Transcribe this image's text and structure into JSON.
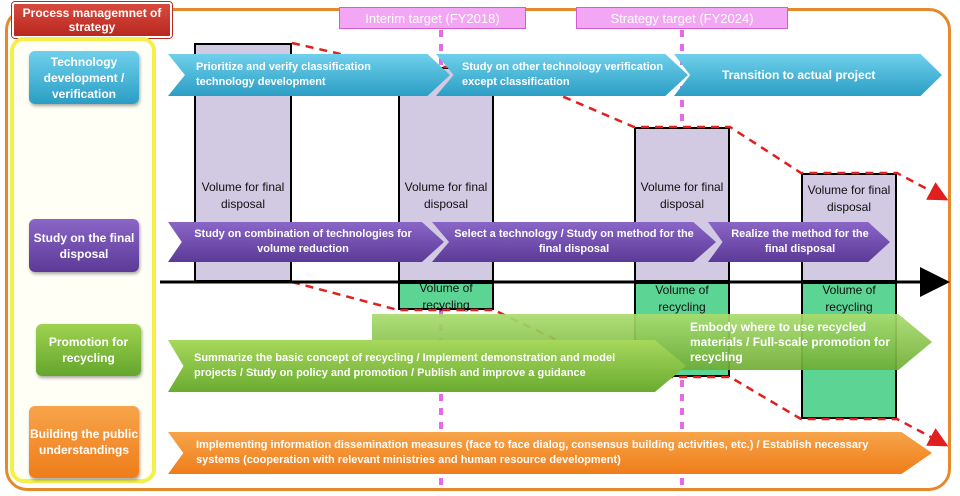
{
  "title": "Process managemnet of strategy",
  "targets": {
    "interim": "Interim target (FY2018)",
    "strategy": "Strategy target (FY2024)"
  },
  "left_boxes": {
    "tech": "Technology development / verification",
    "study": "Study on the final disposal",
    "promotion": "Promotion for recycling",
    "public": "Building the public understandings"
  },
  "volumes": {
    "final_disposal": "Volume for final disposal",
    "recycling": "Volume of recycling"
  },
  "tech_arrows": [
    "Prioritize and verify classification technology  development",
    "Study on other technology verification except classification",
    "Transition to actual project"
  ],
  "study_arrows": [
    "Study on combination of  technologies for volume  reduction",
    "Select a technology / Study on method for the final disposal",
    "Realize the method for the final disposal"
  ],
  "promo_arrows": [
    "Summarize the basic concept of recycling / Implement demonstration and model projects / Study on policy and promotion / Publish and improve a guidance",
    "Embody where to use recycled materials / Full-scale promotion for recycling"
  ],
  "public_arrow": "Implementing information dissemination measures (face to face dialog, consensus building activities, etc.) / Establish necessary systems (cooperation with relevant ministries and human resource development)",
  "colors": {
    "frame": "#e58a2c",
    "tech": "#2b9ec4",
    "study": "#5c3a97",
    "promotion": "#64a62d",
    "public": "#ef7d1a",
    "target": "#f3a6f3",
    "trend": "#e0201e"
  }
}
